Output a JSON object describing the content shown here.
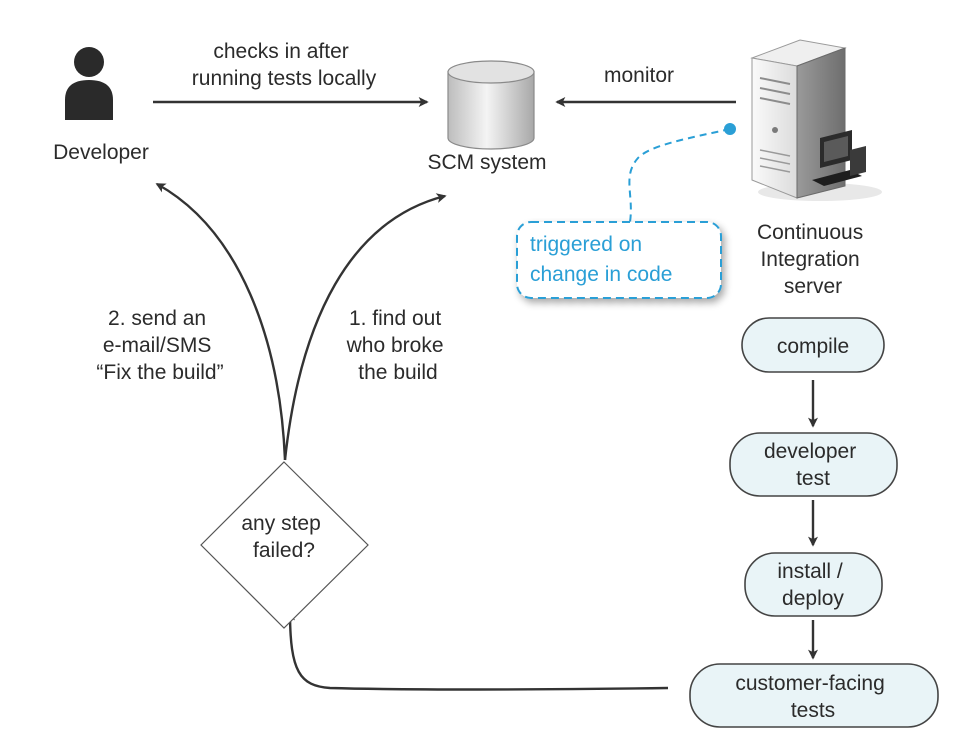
{
  "nodes": {
    "developer": {
      "label": "Developer"
    },
    "scm": {
      "label": "SCM system"
    },
    "ci_server": {
      "label_lines": [
        "Continuous",
        "Integration",
        "server"
      ]
    },
    "trigger_note": {
      "label_lines": [
        "triggered on",
        "change in code"
      ]
    },
    "decision": {
      "label_lines": [
        "any step",
        "failed?"
      ]
    },
    "steps": [
      {
        "label_lines": [
          "compile"
        ]
      },
      {
        "label_lines": [
          "developer",
          "test"
        ]
      },
      {
        "label_lines": [
          "install /",
          "deploy"
        ]
      },
      {
        "label_lines": [
          "customer-facing",
          "tests"
        ]
      }
    ]
  },
  "edges": {
    "checkin": {
      "label_lines": [
        "checks in after",
        "running tests locally"
      ]
    },
    "monitor": {
      "label": "monitor"
    },
    "notify": {
      "label_lines": [
        "2. send an",
        "e-mail/SMS",
        "“Fix the build”"
      ]
    },
    "find_out": {
      "label_lines": [
        "1. find out",
        "who broke",
        "the build"
      ]
    }
  },
  "colors": {
    "step_fill": "#e9f4f7",
    "step_stroke": "#444444",
    "note_stroke": "#2a9fd6",
    "note_text": "#2a9fd6",
    "arrow": "#333333"
  }
}
